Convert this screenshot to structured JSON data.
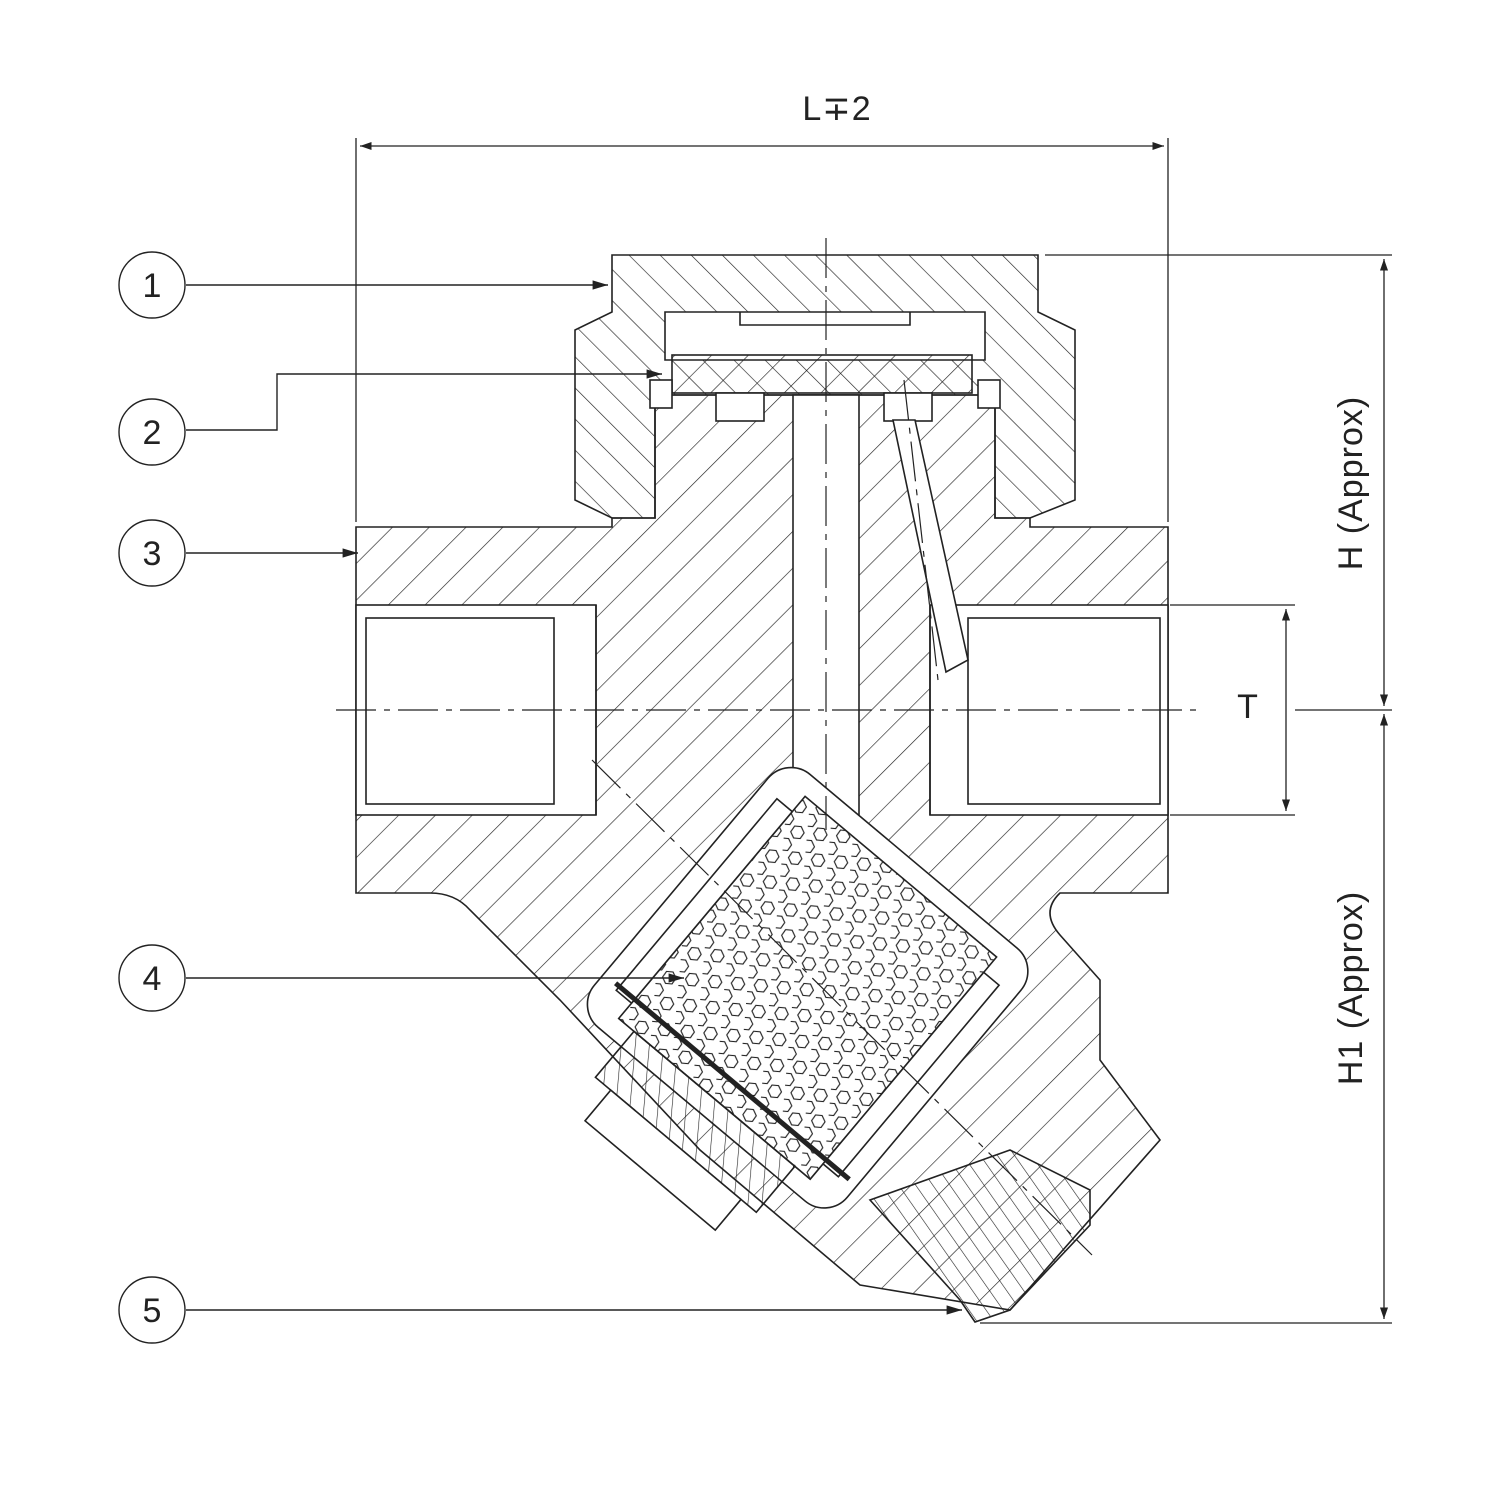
{
  "dimensions": {
    "length": "L∓2",
    "height": "H (Approx)",
    "height_lower": "H1 (Approx)",
    "thread": "T"
  },
  "balloons": [
    {
      "id": "balloon-1",
      "label": "1"
    },
    {
      "id": "balloon-2",
      "label": "2"
    },
    {
      "id": "balloon-3",
      "label": "3"
    },
    {
      "id": "balloon-4",
      "label": "4"
    },
    {
      "id": "balloon-5",
      "label": "5"
    }
  ],
  "colors": {
    "line": "#222222",
    "background": "#ffffff"
  }
}
